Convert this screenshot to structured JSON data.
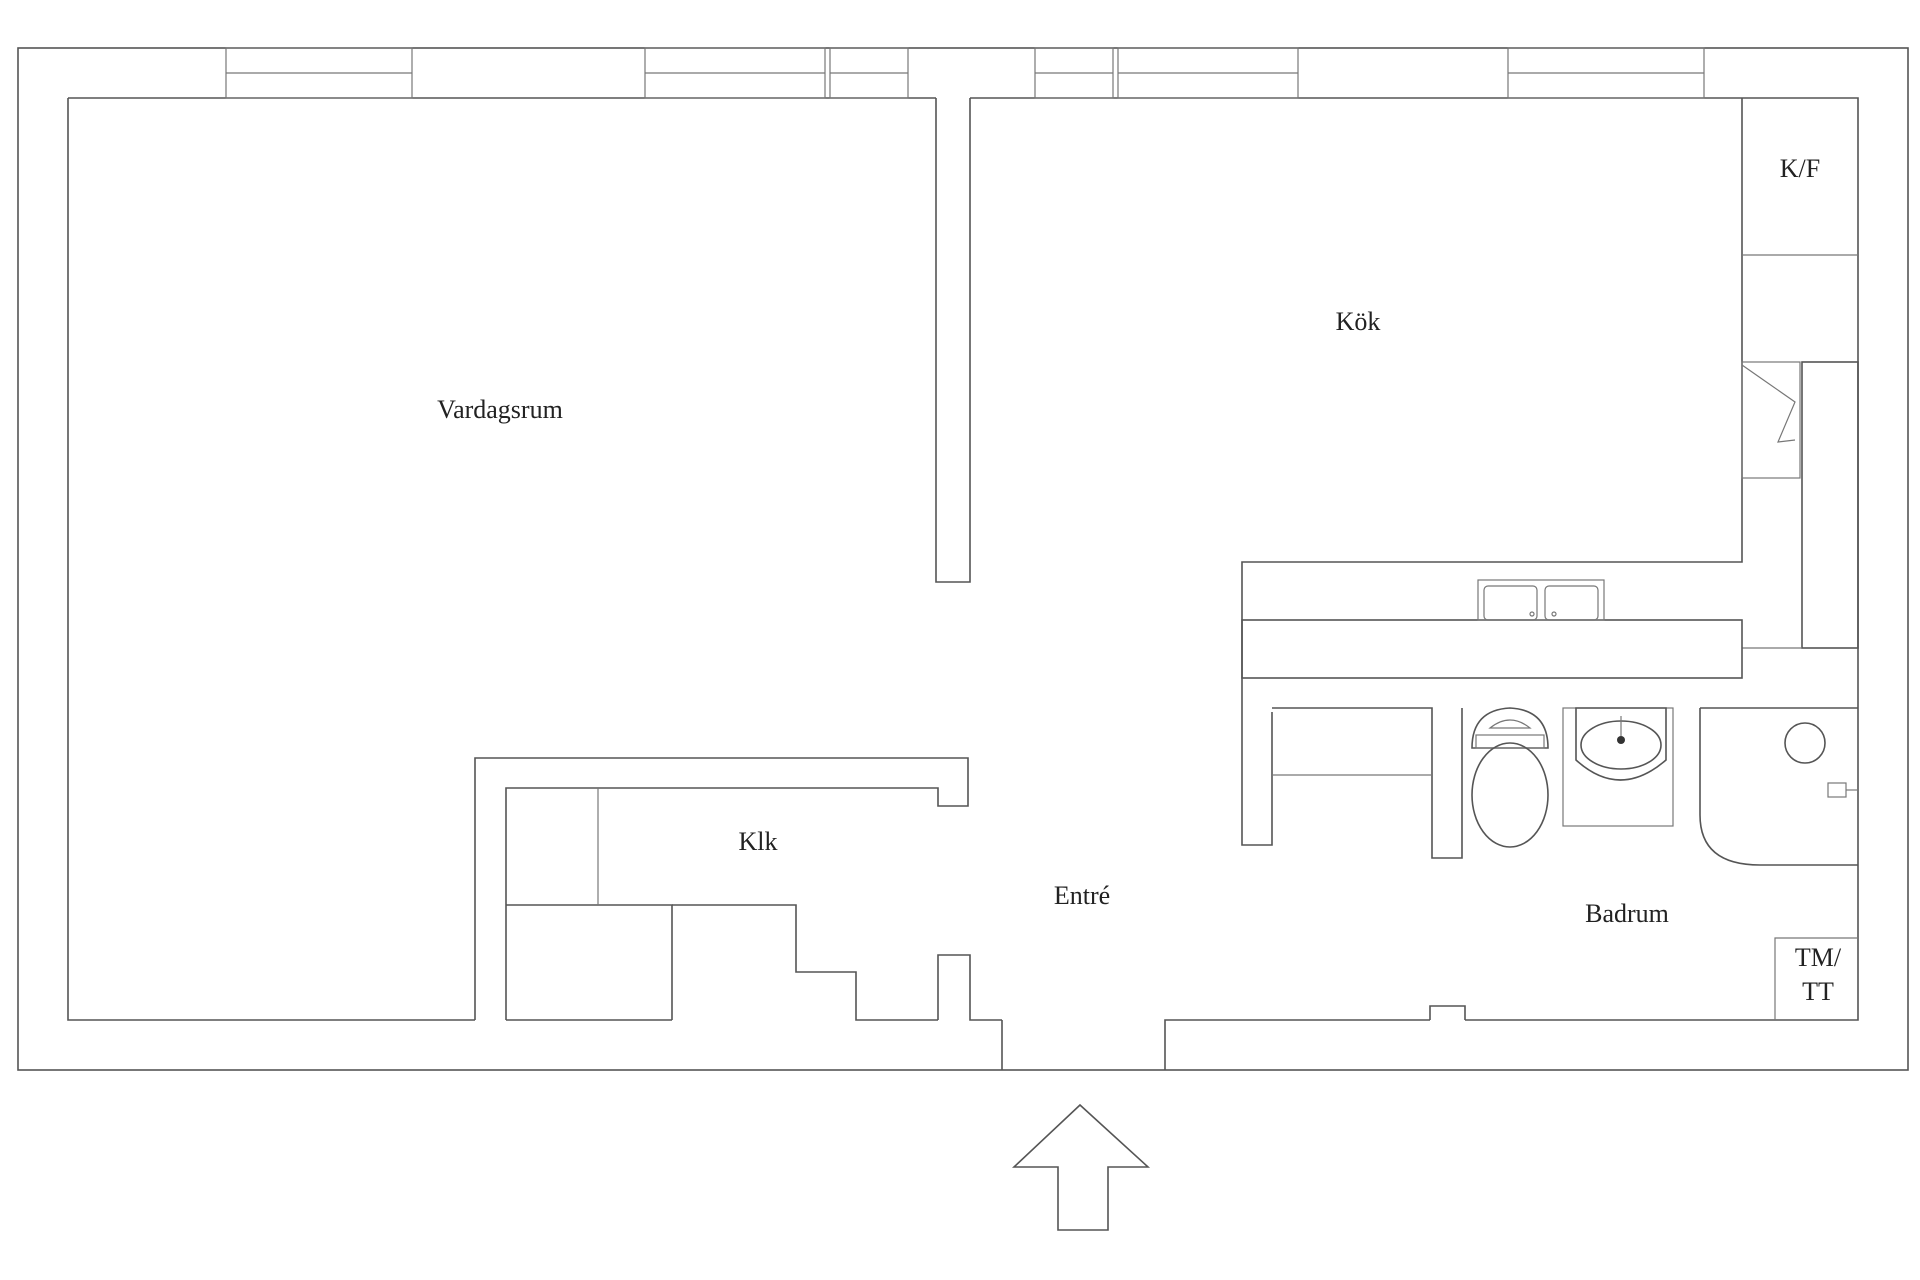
{
  "rooms": {
    "living_room": "Vardagsrum",
    "kitchen": "Kök",
    "fridge_freezer": "K/F",
    "closet": "Klk",
    "entrance": "Entré",
    "bathroom": "Badrum",
    "washer_dryer_line1": "TM/",
    "washer_dryer_line2": "TT"
  },
  "colors": {
    "line": "#555555",
    "background": "#ffffff"
  },
  "icons": {
    "entrance": "entrance-arrow-icon",
    "kitchen_sink": "double-sink-icon",
    "toilet": "toilet-icon",
    "washbasin": "washbasin-icon",
    "shower": "shower-icon"
  }
}
